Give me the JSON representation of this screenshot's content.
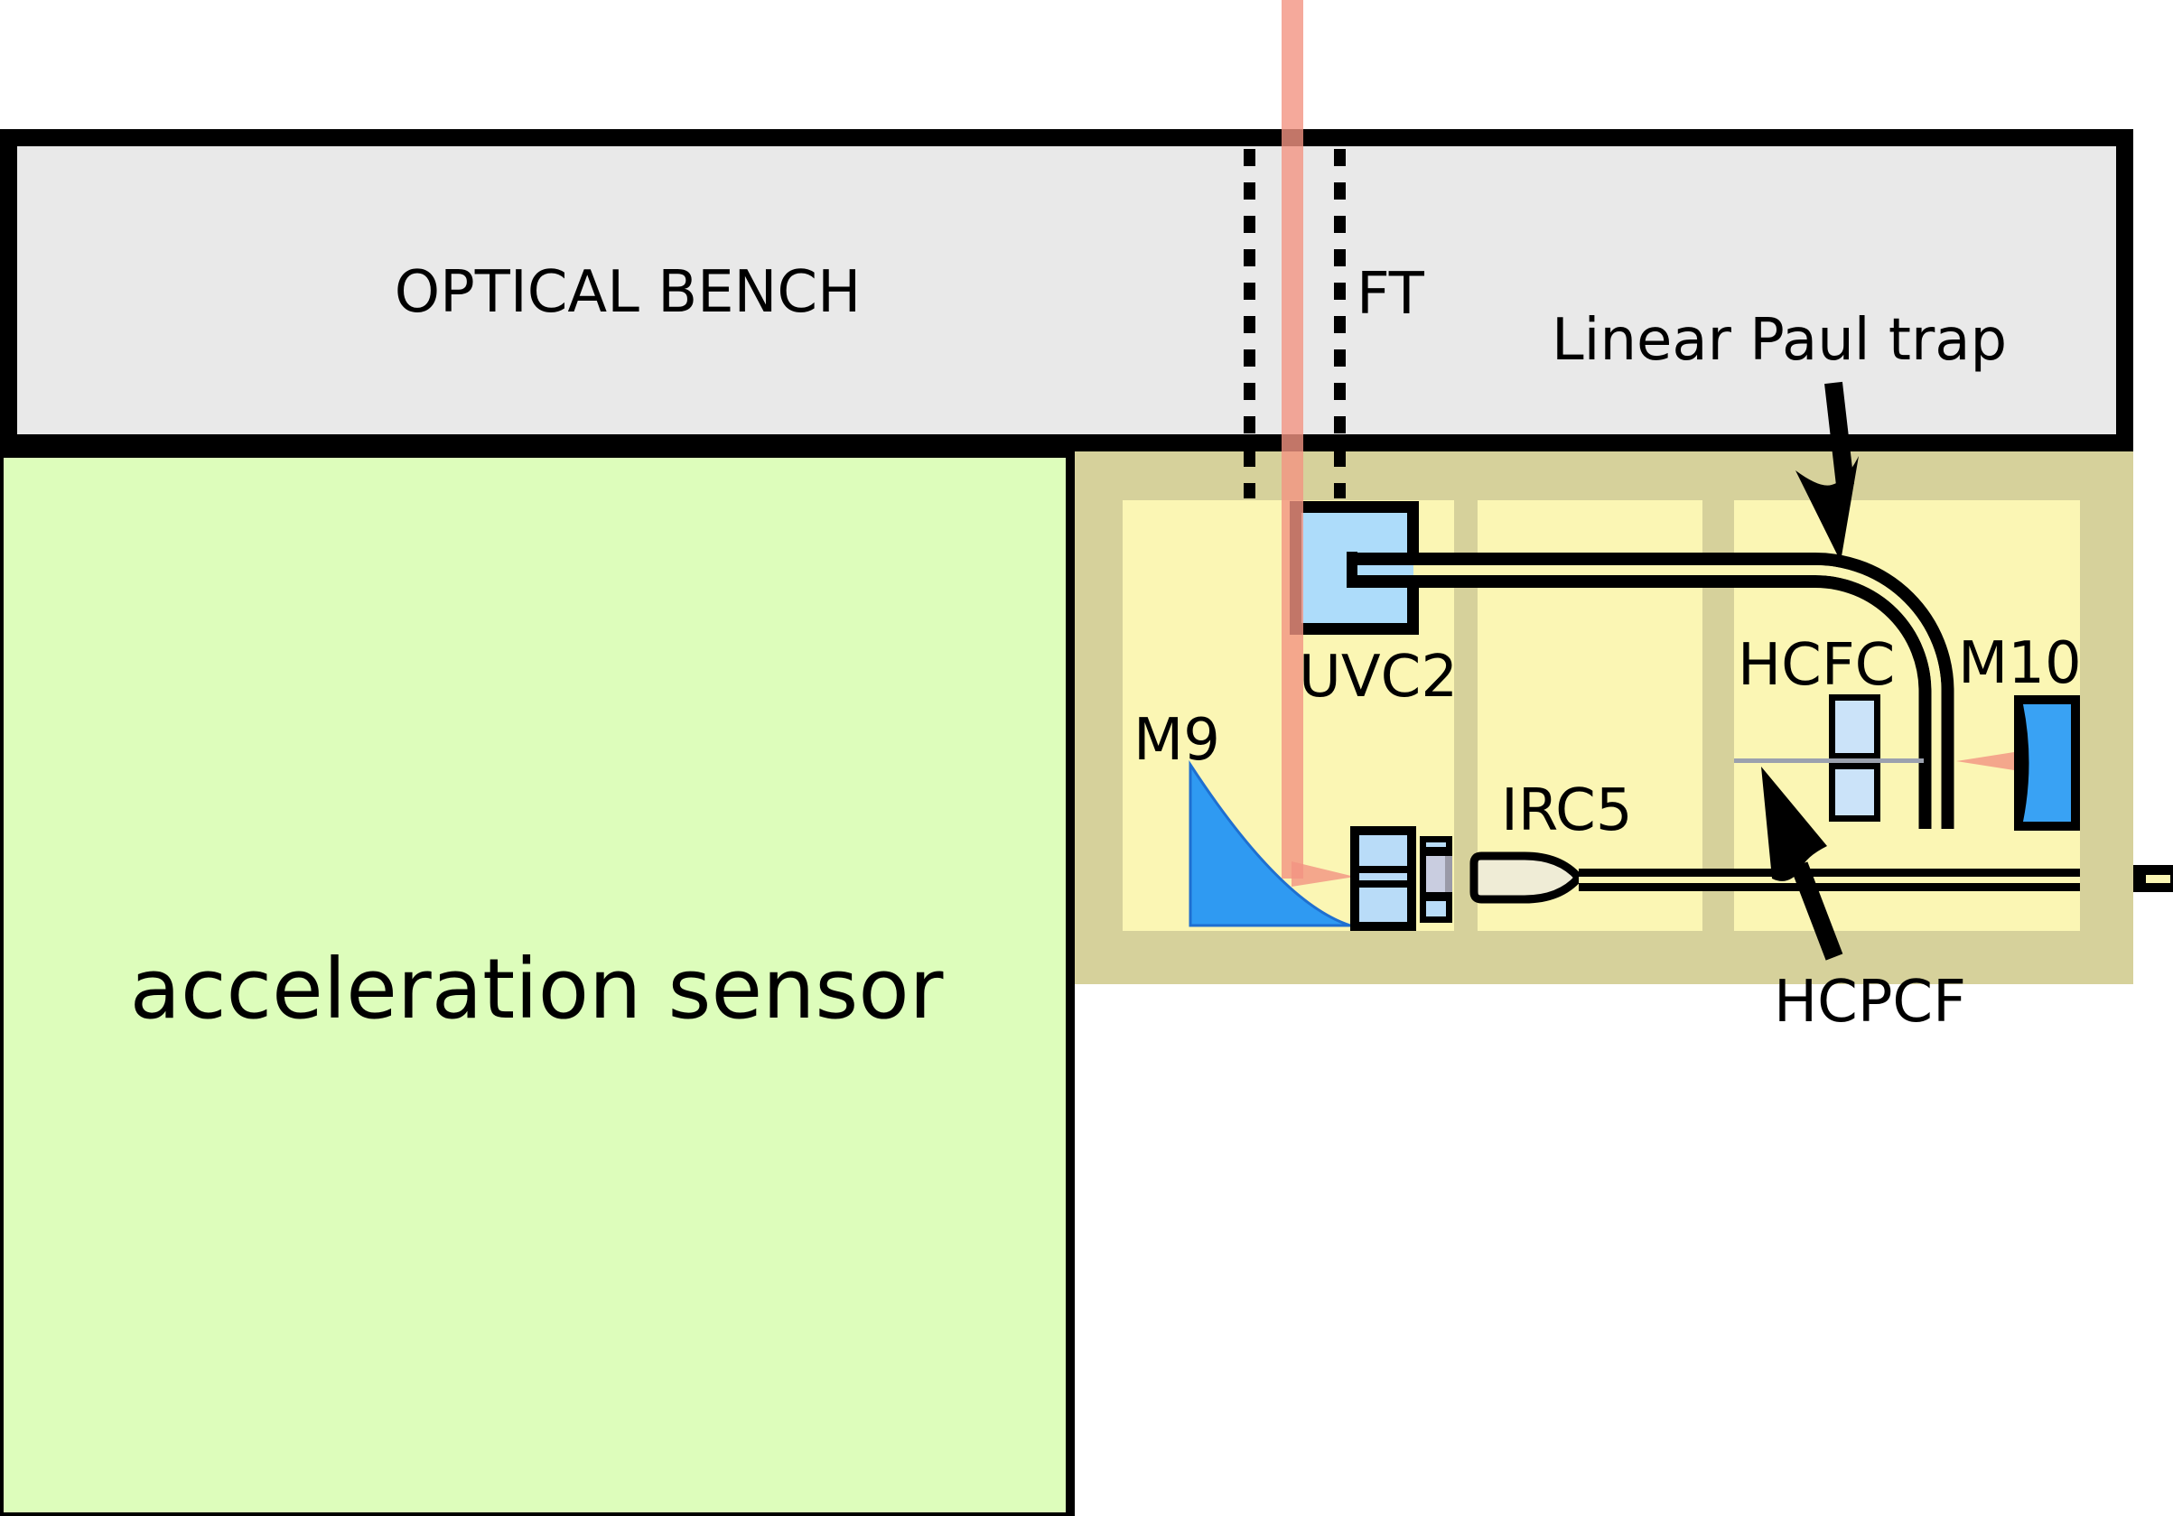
{
  "bench": {
    "label": "OPTICAL BENCH"
  },
  "sensor": {
    "label": "acceleration sensor"
  },
  "annotations": {
    "feedthrough": "FT",
    "paul_trap": "Linear Paul trap",
    "hcpcf": "HCPCF"
  },
  "components": {
    "uvc2": "UVC2",
    "m9": "M9",
    "irc5": "IRC5",
    "hcfc": "HCFC",
    "m10": "M10"
  },
  "colors": {
    "bench_fill": "#e9e9e9",
    "border_black": "#000000",
    "sensor_green": "#ddfdbb",
    "chamber_tan": "#d6d19b",
    "bay_yellow": "#fbf6b4",
    "component_light_blue": "#addcfa",
    "mirror_blue": "#2f9af2",
    "lens_cream": "#efecd6",
    "beam_salmon": "rgba(243,148,130,0.8)",
    "fiber_gray": "#9ba1ae"
  }
}
